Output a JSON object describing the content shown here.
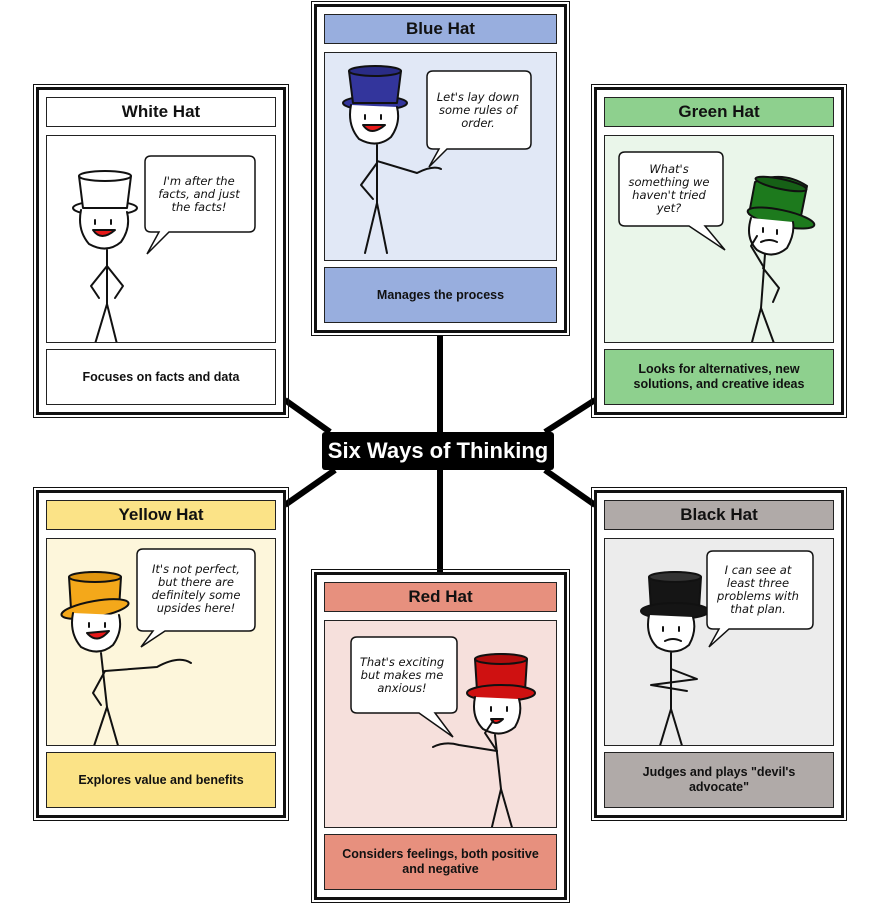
{
  "center_title": "Six Ways of Thinking",
  "hats": {
    "white": {
      "title": "White Hat",
      "quote": "I'm after the facts, and just the facts!",
      "caption": "Focuses on facts and data",
      "title_bg": "#ffffff",
      "scene_bg": "#ffffff",
      "caption_bg": "#ffffff",
      "hat_color": "#ffffff"
    },
    "blue": {
      "title": "Blue Hat",
      "quote": "Let's lay down some rules of order.",
      "caption": "Manages the process",
      "title_bg": "#98aede",
      "scene_bg": "#e1e8f6",
      "caption_bg": "#98aede",
      "hat_color": "#33359c"
    },
    "green": {
      "title": "Green Hat",
      "quote": "What's something we haven't tried yet?",
      "caption": "Looks for alternatives, new solutions, and creative ideas",
      "title_bg": "#8ed08e",
      "scene_bg": "#eaf6ea",
      "caption_bg": "#8ed08e",
      "hat_color": "#1d7a1d"
    },
    "yellow": {
      "title": "Yellow Hat",
      "quote": "It's not perfect, but there are definitely some upsides here!",
      "caption": "Explores value and benefits",
      "title_bg": "#fbe387",
      "scene_bg": "#fdf6db",
      "caption_bg": "#fbe387",
      "hat_color": "#f4a81a"
    },
    "red": {
      "title": "Red Hat",
      "quote": "That's exciting but makes me anxious!",
      "caption": "Considers feelings, both positive and negative",
      "title_bg": "#e7907e",
      "scene_bg": "#f6e0dc",
      "caption_bg": "#e7907e",
      "hat_color": "#cf1111"
    },
    "black": {
      "title": "Black Hat",
      "quote": "I can see at least three problems with that plan.",
      "caption": "Judges and plays \"devil's advocate\"",
      "title_bg": "#b0aaa8",
      "scene_bg": "#ececec",
      "caption_bg": "#b0aaa8",
      "hat_color": "#151515"
    }
  }
}
